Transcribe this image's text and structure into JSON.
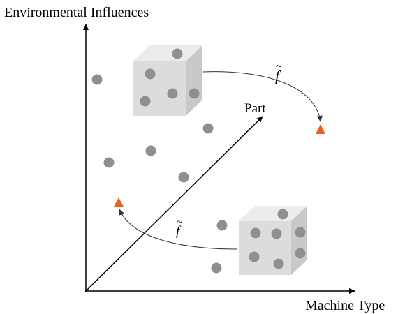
{
  "axes": {
    "y_label": "Environmental Influences",
    "x_label": "Machine Type",
    "z_label": "Part"
  },
  "mapping": {
    "function_symbol": "f",
    "accent": "~"
  },
  "colors": {
    "axis": "#000000",
    "point": "#8f8f8f",
    "cube_front": "#dcdcdc",
    "cube_top": "#ececec",
    "cube_side": "#c9c9c9",
    "target": "#e8641c",
    "arrow": "#333333"
  },
  "icons": {
    "point": "gray-circle",
    "cube": "dotted-cube",
    "target": "orange-triangle"
  }
}
